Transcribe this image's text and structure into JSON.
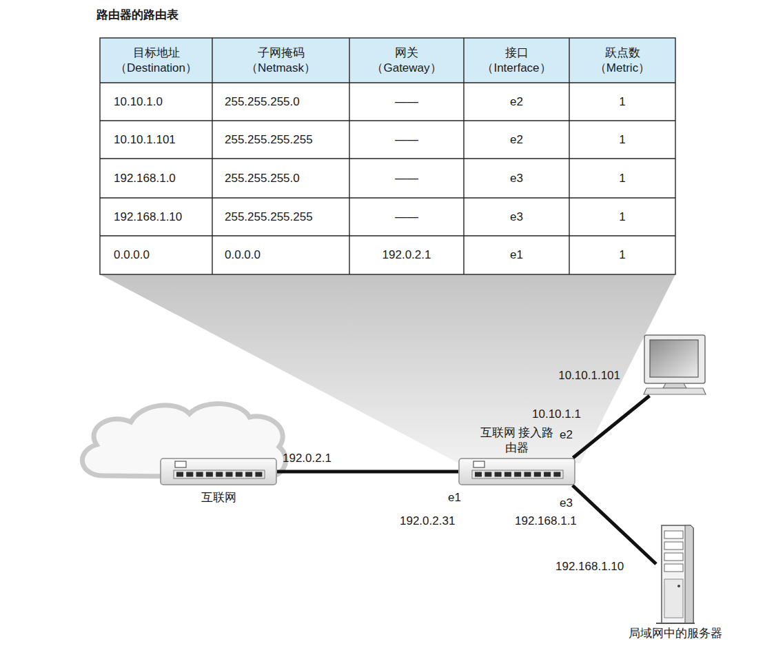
{
  "diagram": {
    "title": "路由器的路由表",
    "nodes": [
      {
        "text": [
          "互联网"
        ]
      },
      {
        "text": [
          "互联网 接入路由器"
        ]
      },
      {
        "text": [
          "10.10.1.101"
        ]
      },
      {
        "text": [
          "局域网中的服务器"
        ]
      }
    ],
    "edges": [
      {
        "from": 0,
        "to": 1,
        "arrow": "none"
      },
      {
        "from": 1,
        "to": 2,
        "arrow": "none"
      },
      {
        "from": 1,
        "to": 3,
        "arrow": "none"
      }
    ],
    "labels": [
      "目标地址 （Destination）",
      "子网掩码 （Netmask）",
      "网关 （Gateway）",
      "接口 （Interface）",
      "跃点数 （Metric）",
      "10.10.1.0",
      "255.255.255.0",
      "——",
      "e2",
      "1",
      "10.10.1.101",
      "255.255.255.255",
      "——",
      "e2",
      "1",
      "192.168.1.0",
      "255.255.255.0",
      "——",
      "e3",
      "1",
      "192.168.1.10",
      "255.255.255.255",
      "——",
      "e3",
      "1",
      "0.0.0.0",
      "0.0.0.0",
      "192.0.2.1",
      "e1",
      "1",
      "192.0.2.1",
      "e1",
      "192.0.2.31",
      "10.10.1.1",
      "e2",
      "e3",
      "192.168.1.1",
      "192.168.1.10"
    ]
  }
}
